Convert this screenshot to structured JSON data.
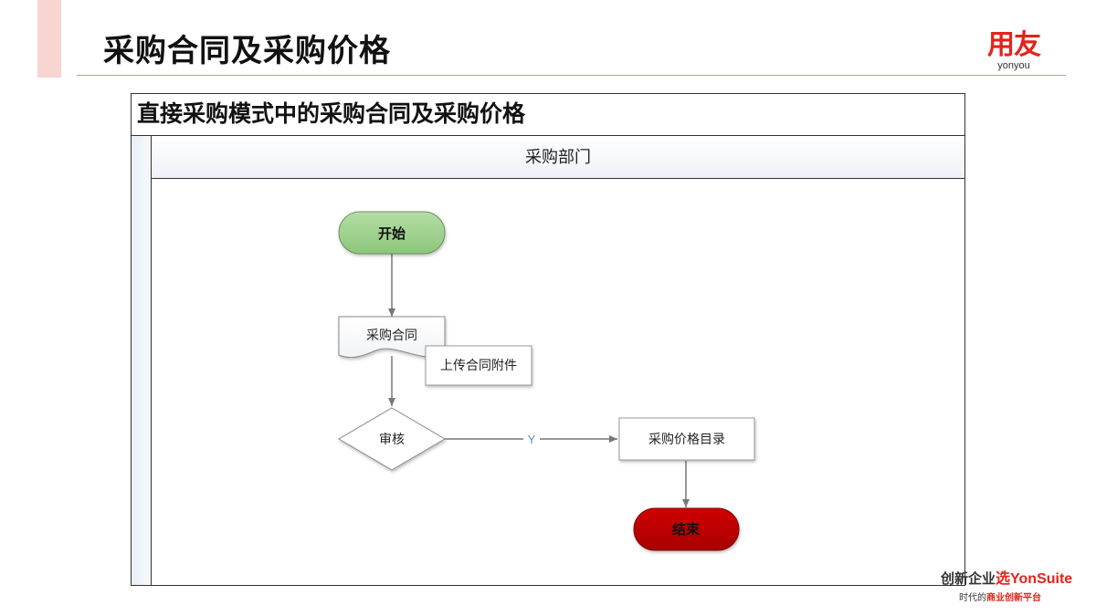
{
  "slide": {
    "title": "采购合同及采购价格"
  },
  "logo": {
    "cn": "用友",
    "en": "yonyou"
  },
  "diagram": {
    "title": "直接采购模式中的采购合同及采购价格",
    "lane": "采购部门",
    "nodes": {
      "start": "开始",
      "contract": "采购合同",
      "upload": "上传合同附件",
      "review": "审核",
      "catalog": "采购价格目录",
      "end": "结束"
    },
    "edge_label_yes": "Y"
  },
  "footer": {
    "line1_a": "创新企业",
    "line1_b": "选",
    "line1_c": "YonSuite",
    "line2_a": "时代的",
    "line2_b": "商业创新平台"
  },
  "colors": {
    "accent_red": "#e1251b",
    "start_fill": "#9bd18a",
    "end_fill": "#c00000"
  }
}
